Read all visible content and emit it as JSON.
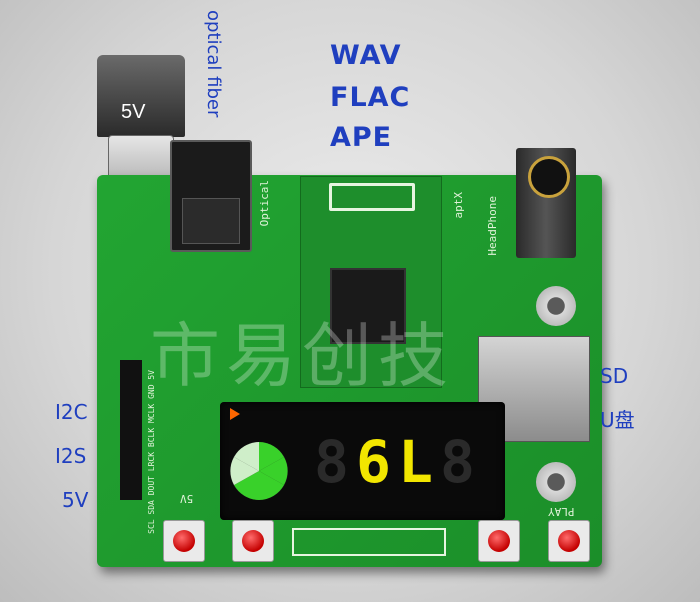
{
  "labels": {
    "power_5v_top": "5V",
    "optical_fiber": "optical fiber",
    "formats": [
      "WAV",
      "FLAC",
      "APE"
    ],
    "storage": [
      "SD",
      "U盘"
    ],
    "pins": [
      "I2C",
      "I2S",
      "5V"
    ]
  },
  "silkscreen": {
    "optical": "Optical",
    "headphone": "HeadPhone",
    "aptx": "aptX",
    "play": "PLAY",
    "header_pins": [
      "SCL",
      "SDA",
      "DOUT",
      "LRCK",
      "BCLK",
      "MCLK",
      "GND",
      "5V"
    ],
    "power_marker": "5V"
  },
  "display": {
    "digits": "8 6L8",
    "colors": {
      "active_digit": "#f2e600",
      "dim_digit": "#2a2a2a",
      "play_icon": "#ff6600",
      "wheel_green": "#39d12a"
    }
  },
  "watermark": "市易创技"
}
